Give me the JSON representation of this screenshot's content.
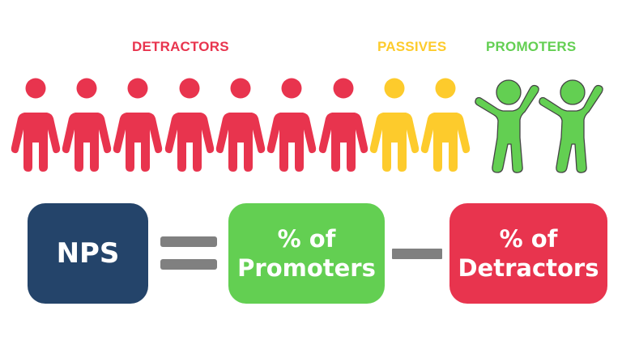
{
  "colors": {
    "detractor": "#E8344E",
    "passive": "#FDCB2C",
    "promoter": "#63CF52",
    "nps_box": "#24446A",
    "operator": "#808080"
  },
  "labels": {
    "detractors": "DETRACTORS",
    "passives": "PASSIVES",
    "promoters": "PROMOTERS"
  },
  "people": [
    {
      "group": "detractor",
      "pose": "standing"
    },
    {
      "group": "detractor",
      "pose": "standing"
    },
    {
      "group": "detractor",
      "pose": "standing"
    },
    {
      "group": "detractor",
      "pose": "standing"
    },
    {
      "group": "detractor",
      "pose": "standing"
    },
    {
      "group": "detractor",
      "pose": "standing"
    },
    {
      "group": "detractor",
      "pose": "standing"
    },
    {
      "group": "passive",
      "pose": "standing"
    },
    {
      "group": "passive",
      "pose": "standing"
    },
    {
      "group": "promoter",
      "pose": "arms-raised"
    },
    {
      "group": "promoter",
      "pose": "arms-raised"
    }
  ],
  "formula": {
    "result": "NPS",
    "operator_1": "=",
    "term_1": {
      "line1": "% of",
      "line2": "Promoters"
    },
    "operator_2": "−",
    "term_2": {
      "line1": "% of",
      "line2": "Detractors"
    }
  }
}
